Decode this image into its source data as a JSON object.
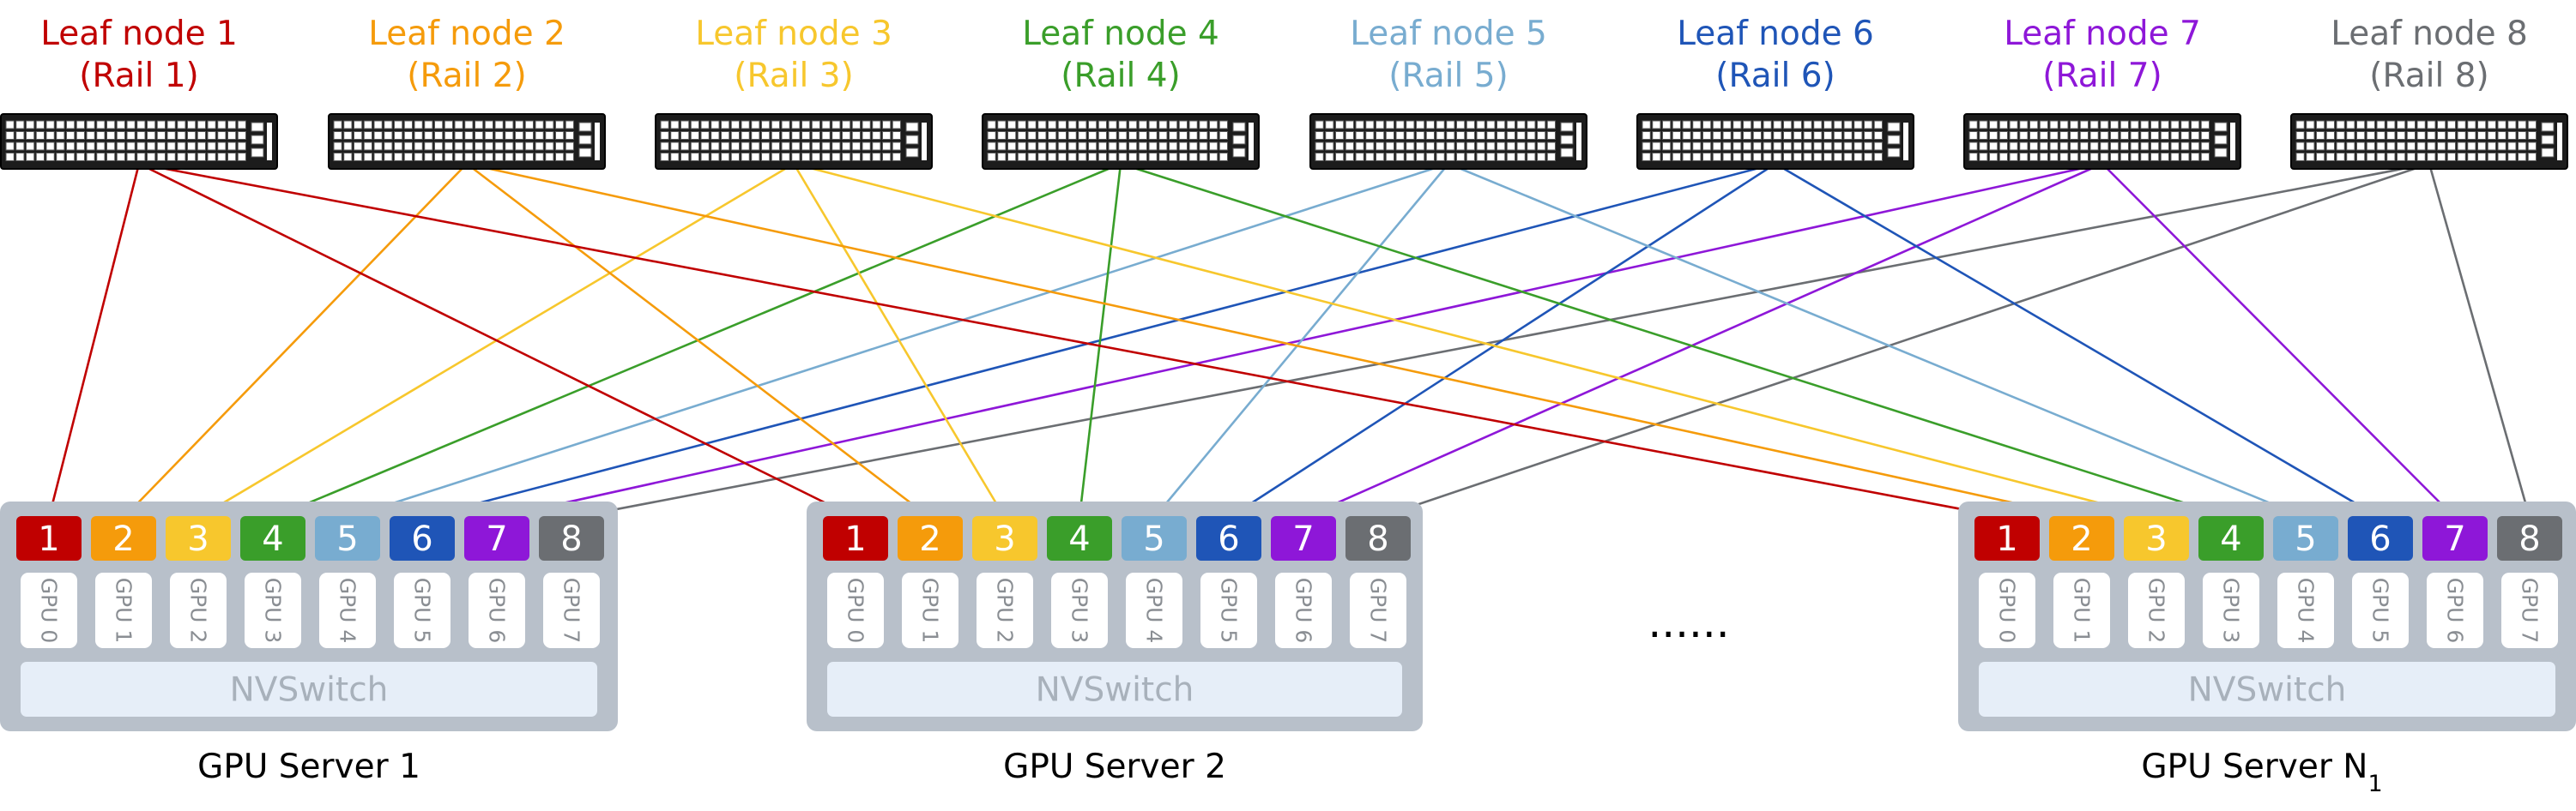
{
  "rail_colors": [
    "#c00000",
    "#f59b0b",
    "#f7c72d",
    "#3a9e2a",
    "#78acd0",
    "#1f55b7",
    "#8e17d8",
    "#6b6e72"
  ],
  "leaf_nodes": [
    {
      "name": "Leaf node 1",
      "rail": "(Rail 1)",
      "color": "#c00000"
    },
    {
      "name": "Leaf node 2",
      "rail": "(Rail 2)",
      "color": "#f59b0b"
    },
    {
      "name": "Leaf node 3",
      "rail": "(Rail 3)",
      "color": "#f7c72d"
    },
    {
      "name": "Leaf node 4",
      "rail": "(Rail 4)",
      "color": "#3a9e2a"
    },
    {
      "name": "Leaf node 5",
      "rail": "(Rail 5)",
      "color": "#78acd0"
    },
    {
      "name": "Leaf node 6",
      "rail": "(Rail 6)",
      "color": "#1f55b7"
    },
    {
      "name": "Leaf node 7",
      "rail": "(Rail 7)",
      "color": "#8e17d8"
    },
    {
      "name": "Leaf node 8",
      "rail": "(Rail 8)",
      "color": "#6b6e72"
    }
  ],
  "servers": [
    {
      "label": "GPU Server 1",
      "subscript": ""
    },
    {
      "label": "GPU Server 2",
      "subscript": ""
    },
    {
      "label": "GPU Server N",
      "subscript": "1"
    }
  ],
  "nic_labels": [
    "1",
    "2",
    "3",
    "4",
    "5",
    "6",
    "7",
    "8"
  ],
  "gpu_labels": [
    "GPU 0",
    "GPU 1",
    "GPU 2",
    "GPU 3",
    "GPU 4",
    "GPU 5",
    "GPU 6",
    "GPU 7"
  ],
  "nvswitch_label": "NVSwitch",
  "ellipsis": "......",
  "colors": {
    "server_box": "#b8c0ca",
    "nvswitch_fill": "#e6eef8",
    "switch_body": "#1c1c1c"
  }
}
